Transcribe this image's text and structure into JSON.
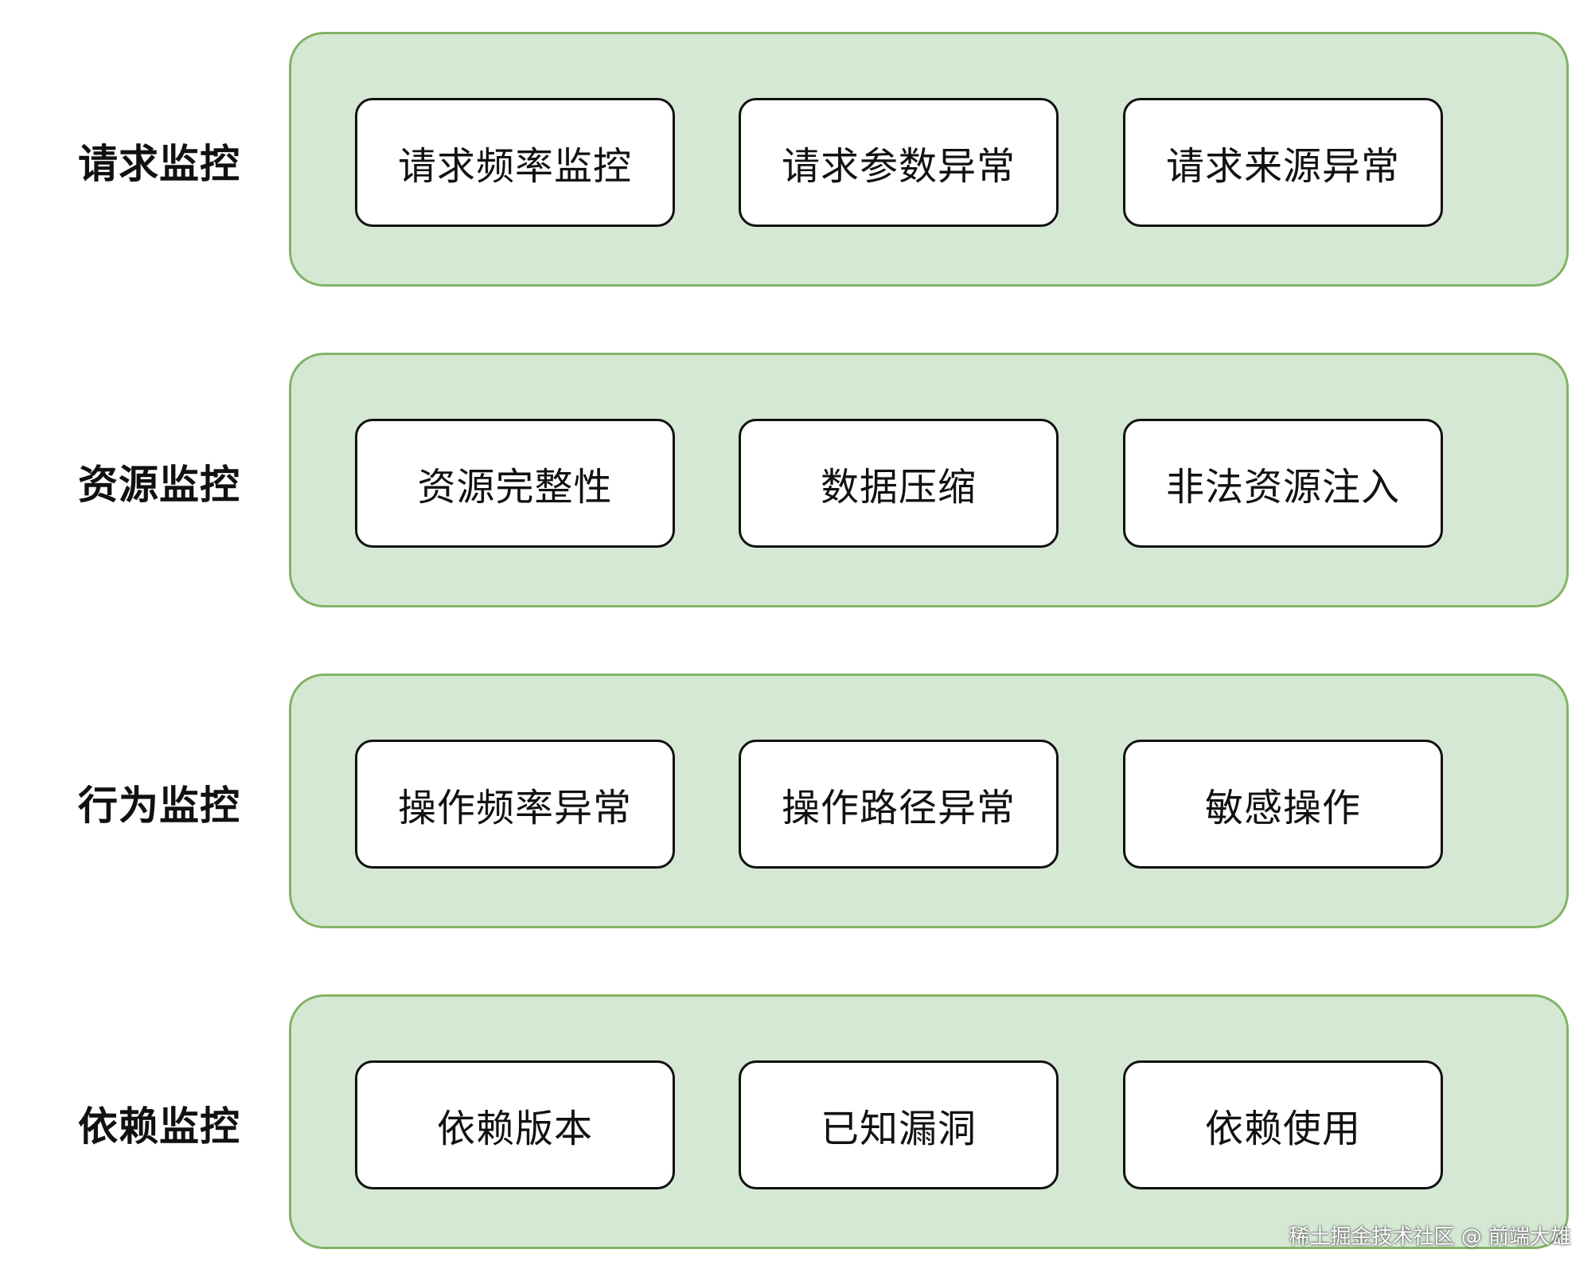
{
  "groups": [
    {
      "label": "请求监控",
      "items": [
        "请求频率监控",
        "请求参数异常",
        "请求来源异常"
      ]
    },
    {
      "label": "资源监控",
      "items": [
        "资源完整性",
        "数据压缩",
        "非法资源注入"
      ]
    },
    {
      "label": "行为监控",
      "items": [
        "操作频率异常",
        "操作路径异常",
        "敏感操作"
      ]
    },
    {
      "label": "依赖监控",
      "items": [
        "依赖版本",
        "已知漏洞",
        "依赖使用"
      ]
    }
  ],
  "watermark": "稀土掘金技术社区 @ 前端大雄",
  "colors": {
    "panel_fill": "#d5e8d4",
    "panel_border": "#82b366",
    "box_border": "#111111"
  }
}
